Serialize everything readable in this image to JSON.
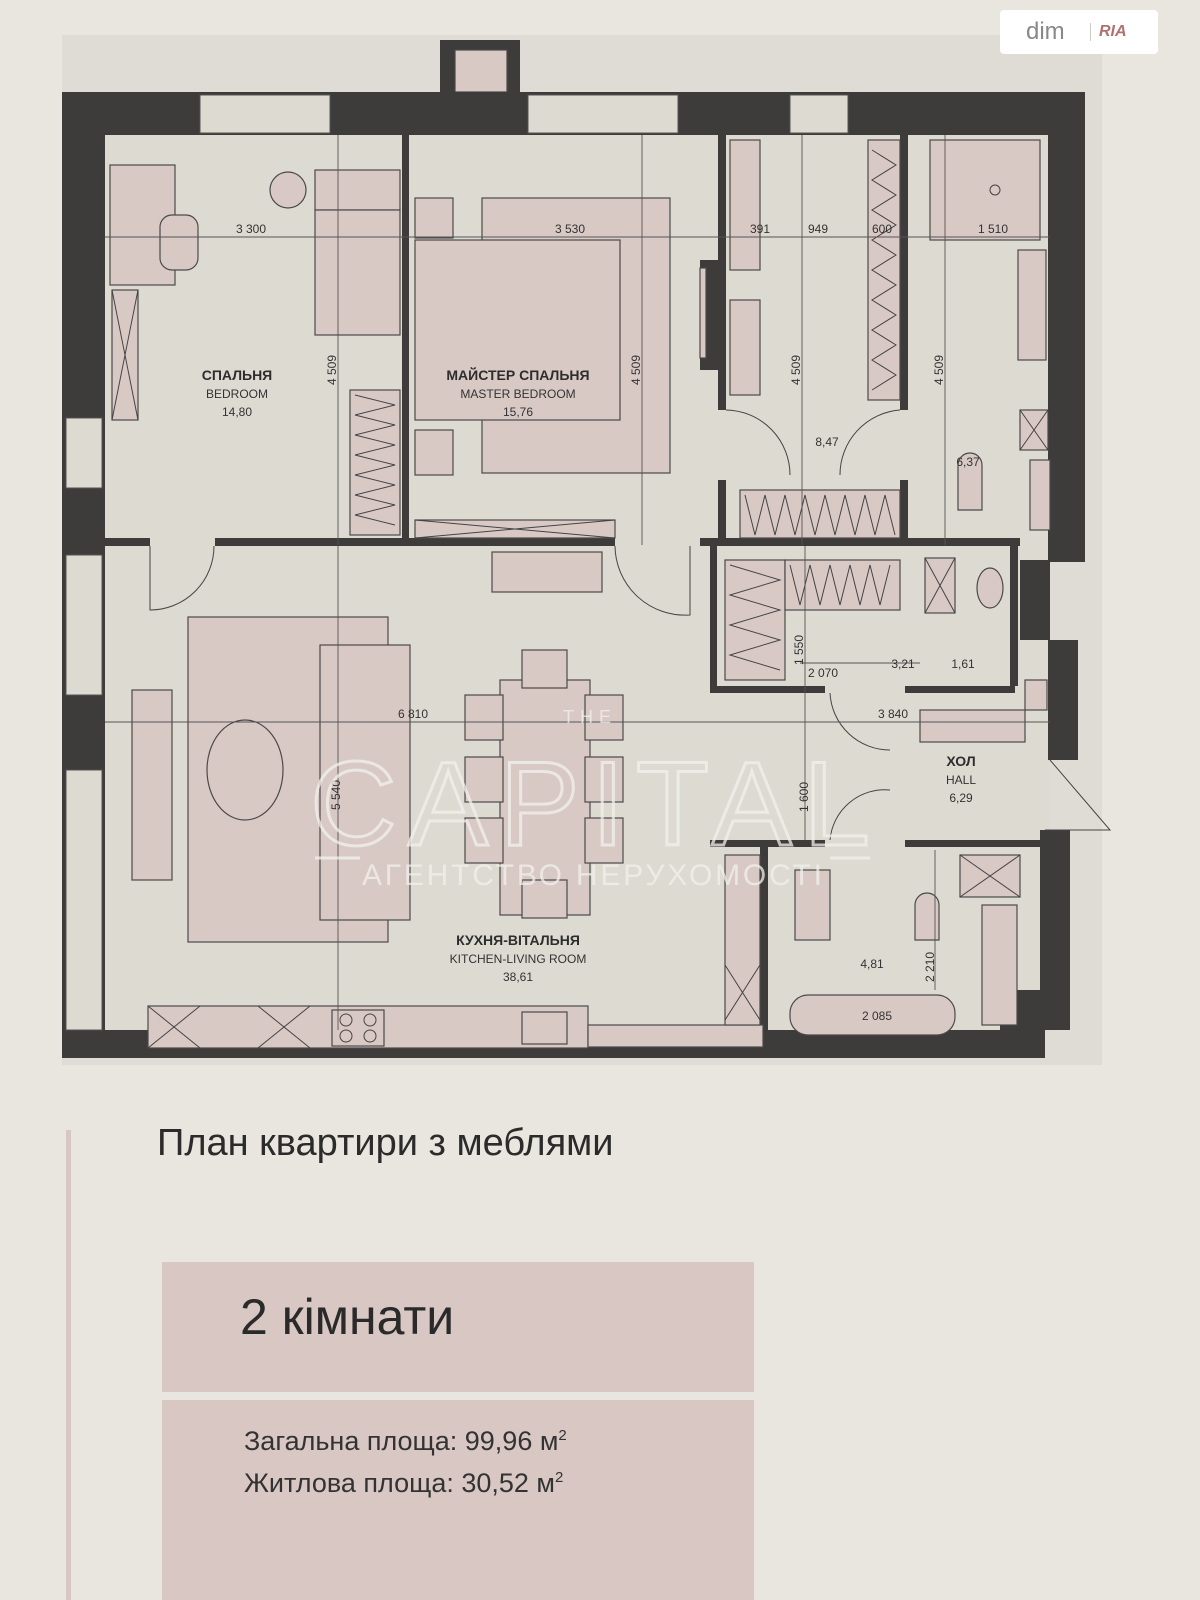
{
  "logo": {
    "part1": "dim",
    "part2": "RIA"
  },
  "watermark": {
    "small": "THE",
    "big": "CAPITAL",
    "sub": "АГЕНТСТВО НЕРУХОМОСТІ"
  },
  "rooms": [
    {
      "name_uk": "СПАЛЬНЯ",
      "name_en": "BEDROOM",
      "area": "14,80"
    },
    {
      "name_uk": "МАЙСТЕР СПАЛЬНЯ",
      "name_en": "MASTER BEDROOM",
      "area": "15,76"
    },
    {
      "name_uk": "",
      "name_en": "",
      "area": "8,47"
    },
    {
      "name_uk": "",
      "name_en": "",
      "area": "6,37"
    },
    {
      "name_uk": "",
      "name_en": "",
      "area": "3,21"
    },
    {
      "name_uk": "",
      "name_en": "",
      "area": "1,61"
    },
    {
      "name_uk": "ХОЛ",
      "name_en": "HALL",
      "area": "6,29"
    },
    {
      "name_uk": "КУХНЯ-ВІТАЛЬНЯ",
      "name_en": "KITCHEN-LIVING ROOM",
      "area": "38,61"
    },
    {
      "name_uk": "",
      "name_en": "",
      "area": "4,81"
    }
  ],
  "dimensions": [
    "3 300",
    "3 530",
    "391",
    "949",
    "600",
    "1 510",
    "4 509",
    "4 509",
    "4 509",
    "4 509",
    "1 550",
    "2 070",
    "6 810",
    "3 840",
    "1 600",
    "5 540",
    "2 210",
    "2 085"
  ],
  "caption": {
    "title": "План квартири з меблями",
    "rooms_count": "2 кімнати",
    "total_area_label": "Загальна площа: 99,96 м",
    "living_area_label": "Житлова площа: 30,52 м",
    "sup": "2"
  },
  "colors": {
    "wall": "#3d3c3b",
    "furniture": "#d9c9c5",
    "floor": "#dcdad1",
    "caption_box": "#d8c7c3"
  }
}
